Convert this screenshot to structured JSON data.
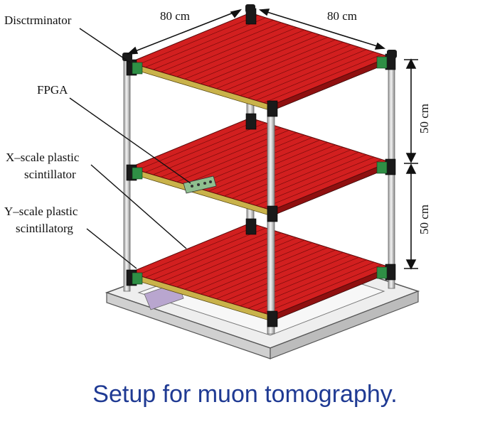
{
  "labels": {
    "discriminator": "Disctrminator",
    "fpga": "FPGA",
    "x_scale_line1": "X–scale plastic",
    "x_scale_line2": "scintillator",
    "y_scale_line1": "Y–scale plastic",
    "y_scale_line2": "scintillatorg"
  },
  "dimensions": {
    "width_left": "80 cm",
    "width_right": "80 cm",
    "height_upper": "50 cm",
    "height_lower": "50 cm"
  },
  "caption": "Setup for muon tomography.",
  "colors": {
    "scintillator": "#d21f1f",
    "scintillator_dark": "#8f1010",
    "edge_strip": "#c9b24a",
    "connector": "#2f8f45",
    "frame": "#d9d9d9",
    "caption": "#1f3a93"
  }
}
